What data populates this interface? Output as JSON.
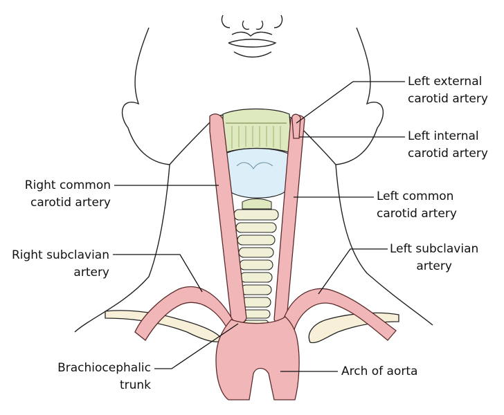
{
  "labels": {
    "left_external": [
      "Left external",
      "carotid artery"
    ],
    "left_internal": [
      "Left internal",
      "carotid artery"
    ],
    "left_common": [
      "Left common",
      "carotid artery"
    ],
    "left_subclavian": [
      "Left subclavian",
      "artery"
    ],
    "right_common": [
      "Right common",
      "carotid artery"
    ],
    "right_subclavian": [
      "Right subclavian",
      "artery"
    ],
    "brachiocephalic": [
      "Brachiocephalic",
      "trunk"
    ],
    "arch": [
      "Arch of aorta"
    ]
  },
  "colors": {
    "artery_fill": "#f1b6b8",
    "artery_stroke": "#5a2a2a",
    "thyroid_cartilage": "#dfe9bf",
    "cricoid_larynx": "#dceef8",
    "trachea_rings": "#f0f0d6",
    "clavicle": "#f7efd8",
    "outline": "#222222"
  }
}
